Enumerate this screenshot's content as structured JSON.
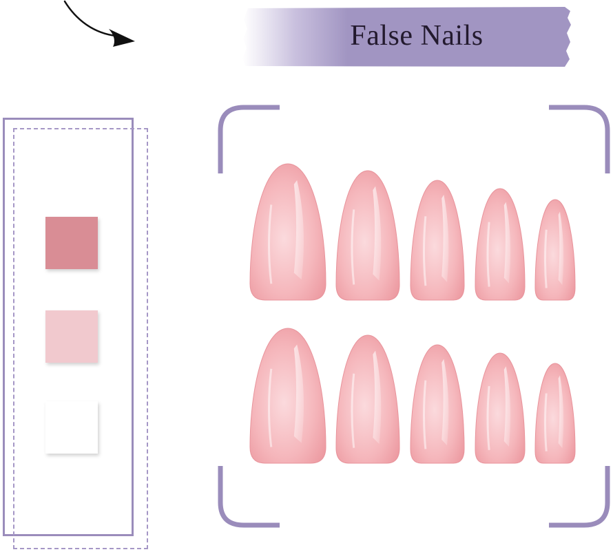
{
  "title": "False Nails",
  "colors": {
    "accent": "#9a8cbb",
    "banner": "#a195c2",
    "swatches": [
      "#d98d95",
      "#f1c9ce",
      "#ffffff"
    ],
    "nail_base": "#f2a2a7",
    "nail_light": "#fbdadd"
  },
  "icons": {
    "arrow": "curved-arrow-icon"
  },
  "swatches": [
    {
      "color": "#d98d95"
    },
    {
      "color": "#f1c9ce"
    },
    {
      "color": "#ffffff"
    }
  ],
  "nails": {
    "rows": 2,
    "per_row": 5
  }
}
